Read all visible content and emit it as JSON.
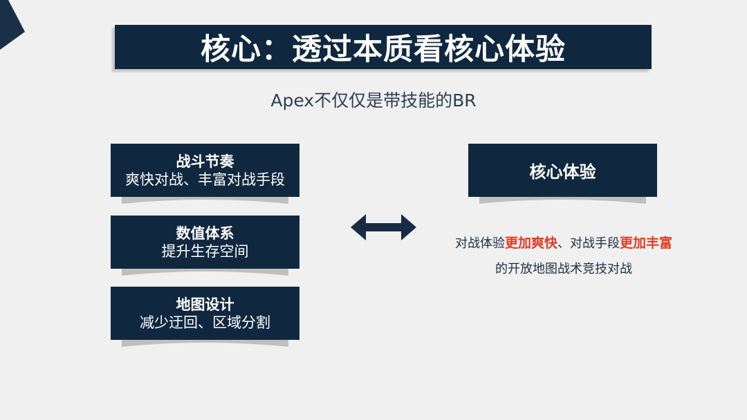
{
  "title": "核心：透过本质看核心体验",
  "subtitle": "Apex不仅仅是带技能的BR",
  "left_cards": [
    {
      "title": "战斗节奏",
      "desc": "爽快对战、丰富对战手段"
    },
    {
      "title": "数值体系",
      "desc": "提升生存空间"
    },
    {
      "title": "地图设计",
      "desc": "减少迂回、区域分割"
    }
  ],
  "right_card": {
    "title": "核心体验"
  },
  "description": {
    "line1_part1": "对战体验",
    "line1_highlight1": "更加爽快",
    "line1_part2": "、对战手段",
    "line1_highlight2": "更加丰富",
    "line2": "的开放地图战术竞技对战"
  },
  "colors": {
    "navy": "#10283f",
    "highlight": "#e33b22",
    "background": "#f0f0f0"
  },
  "icons": {
    "corner": "corner-triangle",
    "arrow": "double-arrow-icon"
  }
}
